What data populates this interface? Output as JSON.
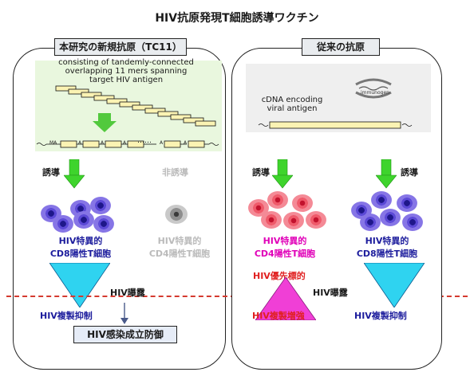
{
  "title": "HIV抗原発現T細胞誘導ワクチン",
  "left_panel": {
    "tag": "本研究の新規抗原（TC11）",
    "description_lines": [
      "consisting of tandemly-connected",
      "overlapping 11 mers spanning",
      "target HIV antigen"
    ],
    "chain_label_start": "MA",
    "chain_letter": "A",
    "chain_dots": "……",
    "induce_label": "誘導",
    "non_induce_label": "非誘導",
    "cd8_label_line1": "HIV特異的",
    "cd8_label_line2": "CD8陽性T細胞",
    "cd4_label_line1": "HIV特異的",
    "cd4_label_line2": "CD4陽性T細胞",
    "suppress_label": "HIV複製抑制",
    "prevent_label": "HIV感染成立防御"
  },
  "right_panel": {
    "tag": "従来の抗原",
    "cdna_line1": "cDNA encoding",
    "cdna_line2": "viral antigen",
    "immunogen_label": "immunogen",
    "induce_label_1": "誘導",
    "induce_label_2": "誘導",
    "cd4_label_line1": "HIV特異的",
    "cd4_label_line2": "CD4陽性T細胞",
    "priority_label": "HIV優先標的",
    "enhance_label": "HIV複製増強",
    "cd8_label_line1": "HIV特異的",
    "cd8_label_line2": "CD8陽性T細胞",
    "suppress_label": "HIV複製抑制"
  },
  "exposure_label": "HIV曝露",
  "colors": {
    "arrow_green": "#3ed42c",
    "triangle_cyan": "#2fd3f0",
    "triangle_magenta": "#f03fd6",
    "dash_red": "#d43a2f",
    "blue_text": "#1d1d9d",
    "magenta_text": "#e000b8",
    "red_text": "#e02020"
  }
}
